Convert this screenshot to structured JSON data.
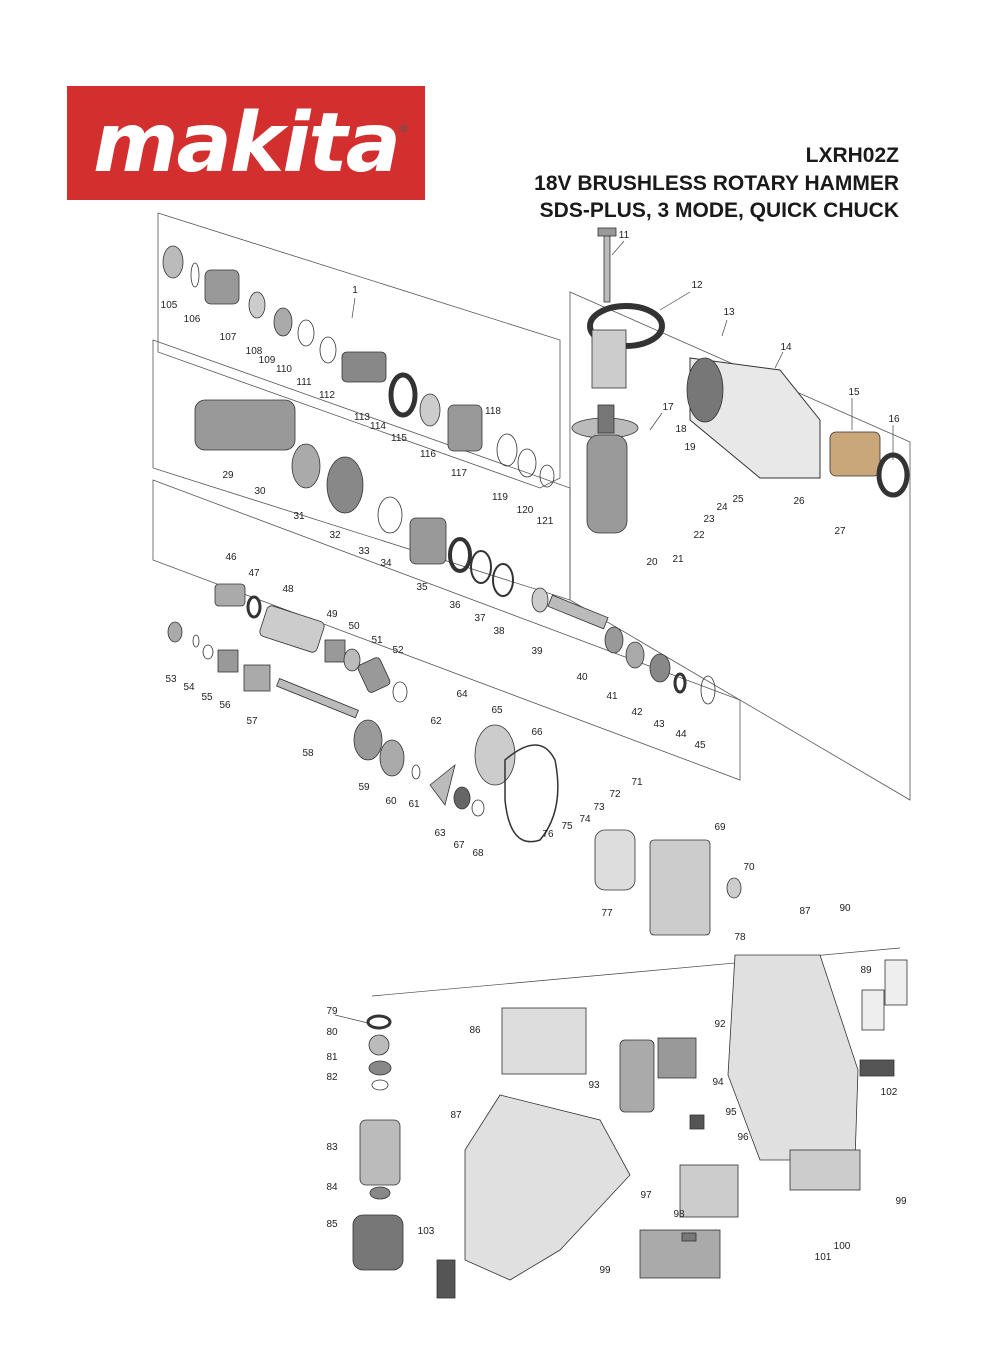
{
  "brand": {
    "logo_text": "makita",
    "registered_mark": "®",
    "logo_color": "#d32f2f"
  },
  "header": {
    "model": "LXRH02Z",
    "line2": "18V BRUSHLESS ROTARY HAMMER",
    "line3": "SDS-PLUS, 3 MODE, QUICK CHUCK"
  },
  "callouts": [
    "1",
    "11",
    "12",
    "13",
    "14",
    "15",
    "16",
    "17",
    "18",
    "19",
    "20",
    "21",
    "22",
    "23",
    "24",
    "25",
    "26",
    "27",
    "29",
    "30",
    "31",
    "32",
    "33",
    "34",
    "35",
    "36",
    "37",
    "38",
    "39",
    "40",
    "41",
    "42",
    "43",
    "44",
    "45",
    "46",
    "47",
    "48",
    "49",
    "50",
    "51",
    "52",
    "53",
    "54",
    "55",
    "56",
    "57",
    "58",
    "59",
    "60",
    "61",
    "62",
    "63",
    "64",
    "65",
    "66",
    "67",
    "68",
    "69",
    "70",
    "71",
    "72",
    "73",
    "74",
    "75",
    "76",
    "77",
    "78",
    "79",
    "80",
    "81",
    "82",
    "83",
    "84",
    "85",
    "86",
    "87",
    "87",
    "89",
    "90",
    "92",
    "93",
    "94",
    "95",
    "96",
    "97",
    "98",
    "99",
    "99",
    "100",
    "101",
    "102",
    "103",
    "105",
    "106",
    "107",
    "108",
    "109",
    "110",
    "111",
    "112",
    "113",
    "114",
    "115",
    "116",
    "117",
    "118",
    "119",
    "120",
    "121"
  ]
}
